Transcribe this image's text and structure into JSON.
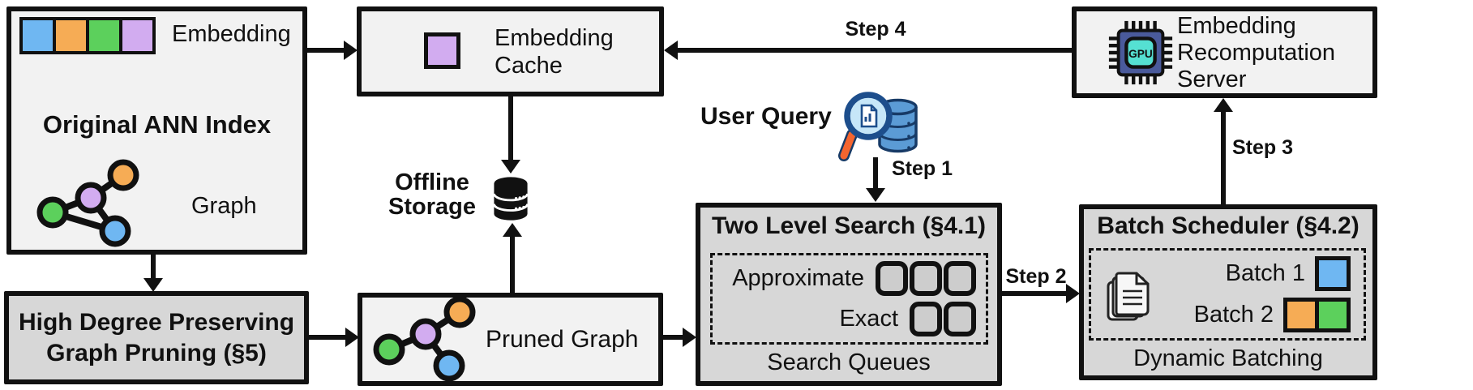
{
  "colors": {
    "blue": "#6FB7F2",
    "orange": "#F6AC55",
    "green": "#5CD05C",
    "purple": "#D2ACF0",
    "box_light": "#F2F2F2",
    "box_dark": "#D7D7D7",
    "gpu_body": "#4A5A9B",
    "gpu_core": "#55E0D2",
    "db_blue": "#5B9BD5",
    "db_stroke": "#173A66",
    "magnifier_rim": "#1D4E8C",
    "magnifier_lens": "#C6E6F8",
    "magnifier_handle": "#F4652F"
  },
  "original_index": {
    "embedding_label": "Embedding",
    "title": "Original ANN Index",
    "graph_label": "Graph"
  },
  "embedding_cache": {
    "lines": [
      "Embedding",
      "Cache"
    ]
  },
  "recomputation_server": {
    "lines": [
      "Embedding",
      "Recomputation",
      "Server"
    ]
  },
  "offline_storage": {
    "lines": [
      "Offline",
      "Storage"
    ]
  },
  "user_query": {
    "label": "User Query"
  },
  "steps": {
    "step1": "Step 1",
    "step2": "Step 2",
    "step3": "Step 3",
    "step4": "Step 4"
  },
  "high_degree_pruning": {
    "lines": [
      "High Degree Preserving",
      "Graph Pruning (§5)"
    ]
  },
  "pruned_graph": {
    "label": "Pruned Graph"
  },
  "two_level_search": {
    "title": "Two Level Search (§4.1)",
    "row1_label": "Approximate",
    "row2_label": "Exact",
    "footer": "Search Queues"
  },
  "batch_scheduler": {
    "title": "Batch Scheduler (§4.2)",
    "batch1_label": "Batch 1",
    "batch2_label": "Batch 2",
    "footer": "Dynamic Batching"
  },
  "icons": {
    "gpu_text": "GPU"
  }
}
